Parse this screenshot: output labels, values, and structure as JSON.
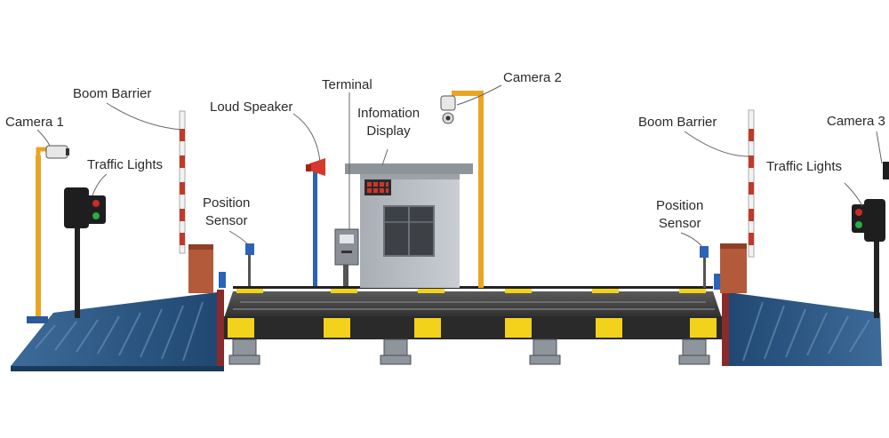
{
  "labels": {
    "camera_1": "Camera 1",
    "boom_barrier_left": "Boom Barrier",
    "traffic_lights_left": "Traffic Lights",
    "loud_speaker": "Loud Speaker",
    "terminal": "Terminal",
    "information_display_line1": "Infomation",
    "information_display_line2": "Display",
    "camera_2": "Camera 2",
    "position_sensor_left_line1": "Position",
    "position_sensor_left_line2": "Sensor",
    "boom_barrier_right": "Boom Barrier",
    "camera_3": "Camera 3",
    "traffic_lights_right": "Traffic Lights",
    "position_sensor_right_line1": "Position",
    "position_sensor_right_line2": "Sensor"
  },
  "colors": {
    "ramp_blue": "#2f5a86",
    "deck_dark": "#3b3b3b",
    "stripe_yellow": "#f2d21b",
    "pole_orange": "#e9a524",
    "booth_grey": "#b9bec3",
    "barrier_brown": "#b35a3a",
    "sensor_blue": "#2a63b8"
  }
}
